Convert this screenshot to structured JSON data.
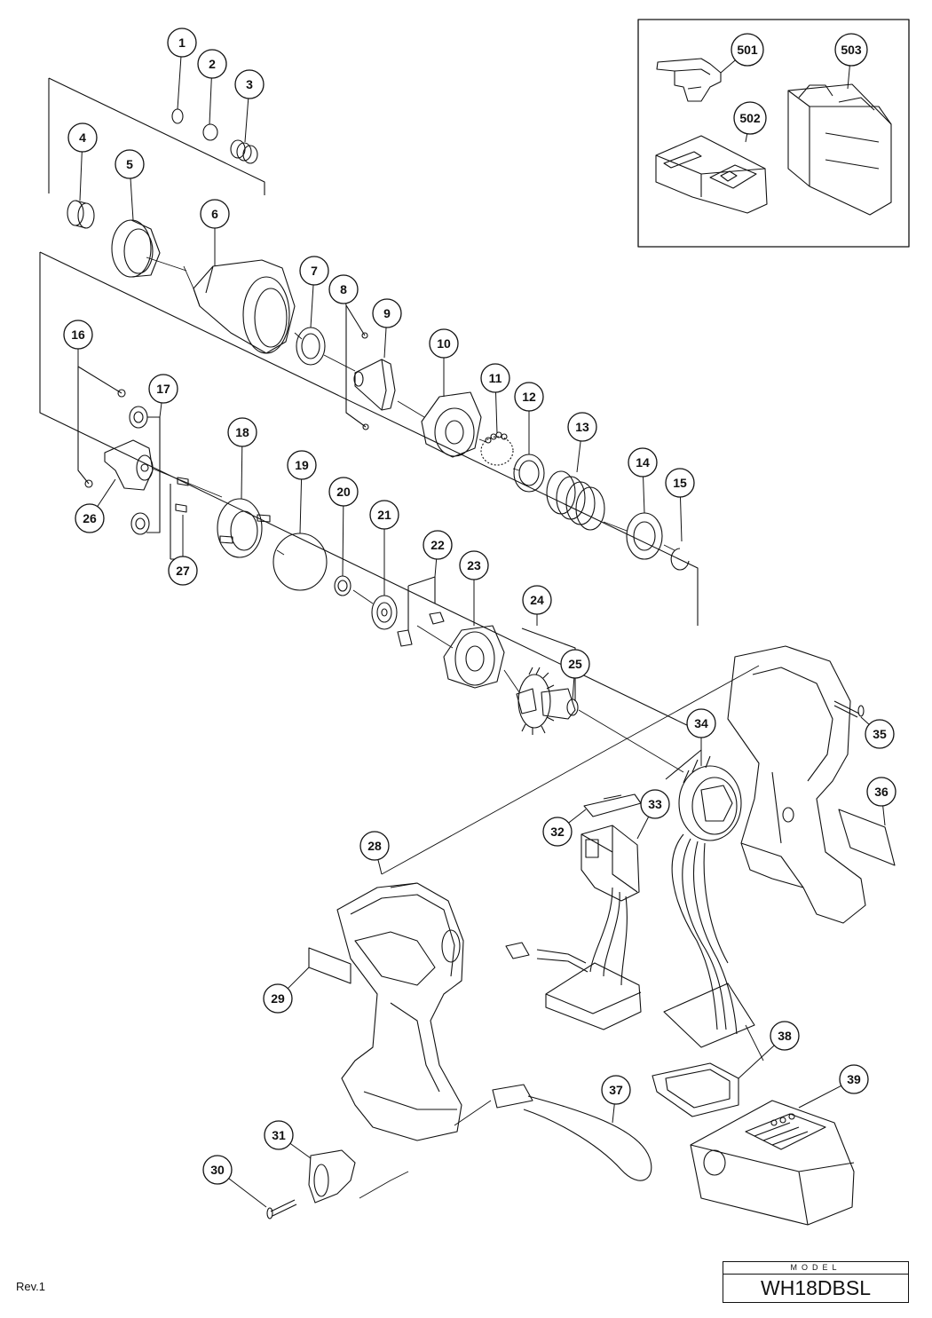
{
  "part_numbers": [
    "1",
    "2",
    "3",
    "4",
    "5",
    "6",
    "7",
    "8",
    "9",
    "10",
    "11",
    "12",
    "13",
    "14",
    "15",
    "16",
    "17",
    "18",
    "19",
    "20",
    "21",
    "22",
    "23",
    "24",
    "25",
    "26",
    "27",
    "28",
    "29",
    "30",
    "31",
    "32",
    "33",
    "34",
    "35",
    "36",
    "37",
    "38",
    "39",
    "501",
    "502",
    "503"
  ],
  "model": {
    "label": "MODEL",
    "value": "WH18DBSL"
  },
  "revision": "Rev.1"
}
